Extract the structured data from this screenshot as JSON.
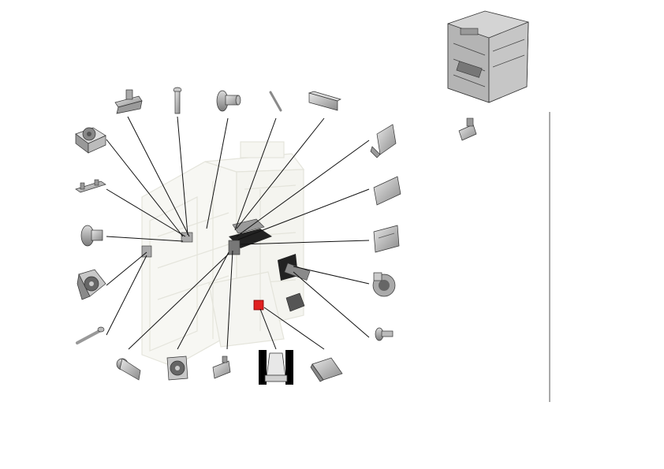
{
  "page": {
    "background": "#ffffff"
  },
  "colors": {
    "part_fill": "#b8b8b8",
    "part_dark": "#6e6e6e",
    "part_light": "#e2e2e2",
    "line": "#111111",
    "frame_ghost": "#e6e6dc",
    "highlight_red": "#e02020",
    "divider": "#555555"
  },
  "diagram": {
    "type": "exploded-parts-view",
    "callout_lines": 23,
    "parts": [
      "clip-bracket",
      "shoulder-screw",
      "thumb-knob",
      "spring-pin",
      "side-rail",
      "gear-motor",
      "slide-bracket",
      "thumb-screw",
      "cooling-fan",
      "long-screw",
      "cover-panel-upper",
      "cover-panel-middle",
      "sensor-plate",
      "blower-fan",
      "small-screw",
      "flat-head-screw",
      "small-fan",
      "angle-bracket",
      "bushing",
      "latch-clip",
      "upper-chassis-assembly",
      "side-bracket"
    ]
  }
}
